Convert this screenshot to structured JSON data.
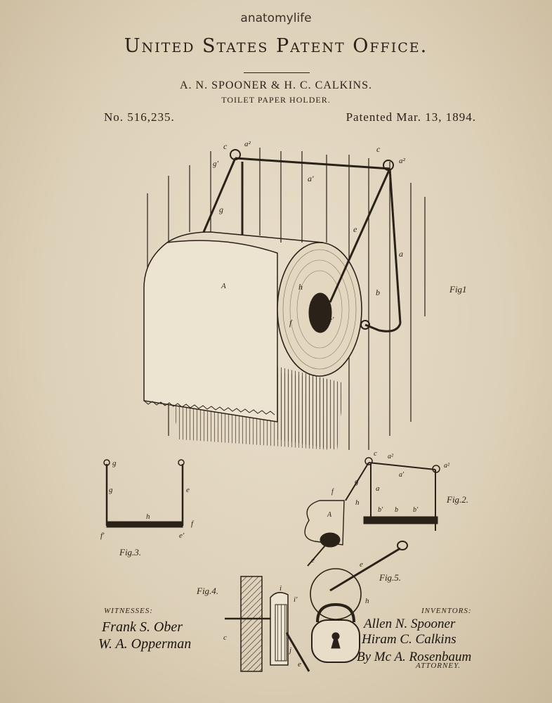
{
  "header": {
    "brand": "anatomylife",
    "office": "United States Patent Office.",
    "inventors": "A. N. SPOONER & H. C. CALKINS.",
    "title": "TOILET PAPER HOLDER.",
    "patent_number": "No. 516,235.",
    "patent_date": "Patented Mar. 13, 1894."
  },
  "figures": {
    "fig1": "Fig1",
    "fig2": "Fig.2.",
    "fig3": "Fig.3.",
    "fig4": "Fig.4.",
    "fig5": "Fig.5."
  },
  "labels": {
    "A": "A",
    "a": "a",
    "a1": "a'",
    "a2": "a²",
    "b": "b",
    "b1": "b'",
    "c": "c",
    "e": "e",
    "e1": "e'",
    "f": "f",
    "f1": "f'",
    "g": "g",
    "g1": "g'",
    "h": "h",
    "i": "i",
    "i1": "i'",
    "j": "j"
  },
  "footer": {
    "witnesses_heading": "WITNESSES:",
    "inventors_heading": "INVENTORS:",
    "witness_1": "Frank S. Ober",
    "witness_2": "W. A. Opperman",
    "inventor_1": "Allen N. Spooner",
    "inventor_2": "Hiram C. Calkins",
    "attorney_sig": "By Mc A. Rosenbaum",
    "attorney_heading": "ATTORNEY."
  },
  "colors": {
    "paper": "#e2d6c0",
    "ink": "#2a2218"
  }
}
